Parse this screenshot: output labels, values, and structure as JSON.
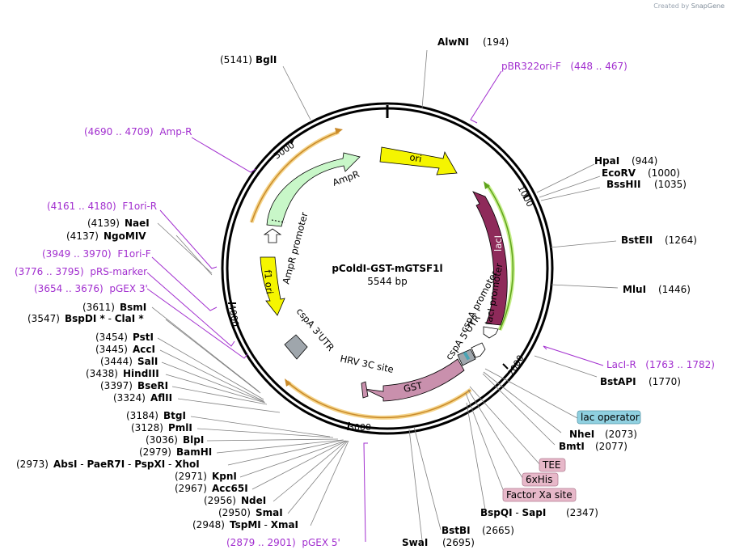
{
  "credit": {
    "created_by": "Created by",
    "app": "SnapGene"
  },
  "plasmid": {
    "name": "pColdI-GST-mGTSF1l",
    "length": "5544 bp"
  },
  "ticks": [
    "1000",
    "2000",
    "3000",
    "4000",
    "5000"
  ],
  "features": {
    "ori": "ori",
    "ampr": "AmpR",
    "ampr_promoter": "AmpR promoter",
    "f1_ori": "f1 ori",
    "lacI": "lacI",
    "laci_promoter": "lacI promoter",
    "cspa_promoter": "cspA promoter",
    "cspa_5utr": "cspA 5'UTR",
    "gst": "GST",
    "hrv": "HRV 3C site",
    "cspa_3utr": "cspA 3'UTR"
  },
  "enzymes": {
    "alwni": {
      "name": "AlwNI",
      "pos": "(194)"
    },
    "bgli": {
      "name": "BglI",
      "pos": "(5141)"
    },
    "hpai": {
      "name": "HpaI",
      "pos": "(944)"
    },
    "ecorv": {
      "name": "EcoRV",
      "pos": "(1000)"
    },
    "bsshii": {
      "name": "BssHII",
      "pos": "(1035)"
    },
    "bsteii": {
      "name": "BstEII",
      "pos": "(1264)"
    },
    "mlui": {
      "name": "MluI",
      "pos": "(1446)"
    },
    "bstapi": {
      "name": "BstAPI",
      "pos": "(1770)"
    },
    "nhei": {
      "name": "NheI",
      "pos": "(2073)"
    },
    "bmti": {
      "name": "BmtI",
      "pos": "(2077)"
    },
    "bspqi": {
      "name": "BspQI",
      "sep": " - ",
      "name2": "SapI",
      "pos": "(2347)"
    },
    "bstbi": {
      "name": "BstBI",
      "pos": "(2665)"
    },
    "swai": {
      "name": "SwaI",
      "pos": "(2695)"
    },
    "naei": {
      "name": "NaeI",
      "pos": "(4139)"
    },
    "ngomiv": {
      "name": "NgoMIV",
      "pos": "(4137)"
    },
    "bsmi": {
      "name": "BsmI",
      "pos": "(3611)"
    },
    "bspdi": {
      "name": "BspDI *",
      "sep": " - ",
      "name2": "ClaI *",
      "pos": "(3547)"
    },
    "psti": {
      "name": "PstI",
      "pos": "(3454)"
    },
    "acci": {
      "name": "AccI",
      "pos": "(3445)"
    },
    "sali": {
      "name": "SalI",
      "pos": "(3444)"
    },
    "hindiii": {
      "name": "HindIII",
      "pos": "(3438)"
    },
    "bseri": {
      "name": "BseRI",
      "pos": "(3397)"
    },
    "aflii": {
      "name": "AflII",
      "pos": "(3324)"
    },
    "btgi": {
      "name": "BtgI",
      "pos": "(3184)"
    },
    "pmli": {
      "name": "PmlI",
      "pos": "(3128)"
    },
    "blpi": {
      "name": "BlpI",
      "pos": "(3036)"
    },
    "bamhi": {
      "name": "BamHI",
      "pos": "(2979)"
    },
    "absi": {
      "pos": "(2973)",
      "n1": "AbsI",
      "n2": "PaeR7I",
      "n3": "PspXI",
      "n4": "XhoI",
      "sep": " - "
    },
    "kpni": {
      "name": "KpnI",
      "pos": "(2971)"
    },
    "acc65i": {
      "name": "Acc65I",
      "pos": "(2967)"
    },
    "ndei": {
      "name": "NdeI",
      "pos": "(2956)"
    },
    "smai": {
      "name": "SmaI",
      "pos": "(2950)"
    },
    "tspmi": {
      "name": "TspMI",
      "sep": " - ",
      "name2": "XmaI",
      "pos": "(2948)"
    }
  },
  "primers": {
    "pbr322": "pBR322ori-F   (448 .. 467)",
    "ampr": "(4690 .. 4709)  Amp-R",
    "f1ori_r": "(4161 .. 4180)  F1ori-R",
    "f1ori_f": "(3949 .. 3970)  F1ori-F",
    "prs": "(3776 .. 3795)  pRS-marker",
    "pgex3": "(3654 .. 3676)  pGEX 3'",
    "laci_r": "LacI-R   (1763 .. 1782)",
    "pgex5": "(2879 .. 2901)  pGEX 5'"
  },
  "boxed": {
    "lac_operator": "lac operator",
    "tee": "TEE",
    "his": "6xHis",
    "factor_xa": "Factor Xa site"
  },
  "colors": {
    "ori": "#f5f500",
    "ampr": "#c8f7c8",
    "f1ori": "#f5f500",
    "lacI": "#8e2a5a",
    "gst": "#c990ad",
    "primer": "#a22fcf",
    "lac_operator": "#8fd0e0",
    "misc": "#e7b8c9"
  }
}
